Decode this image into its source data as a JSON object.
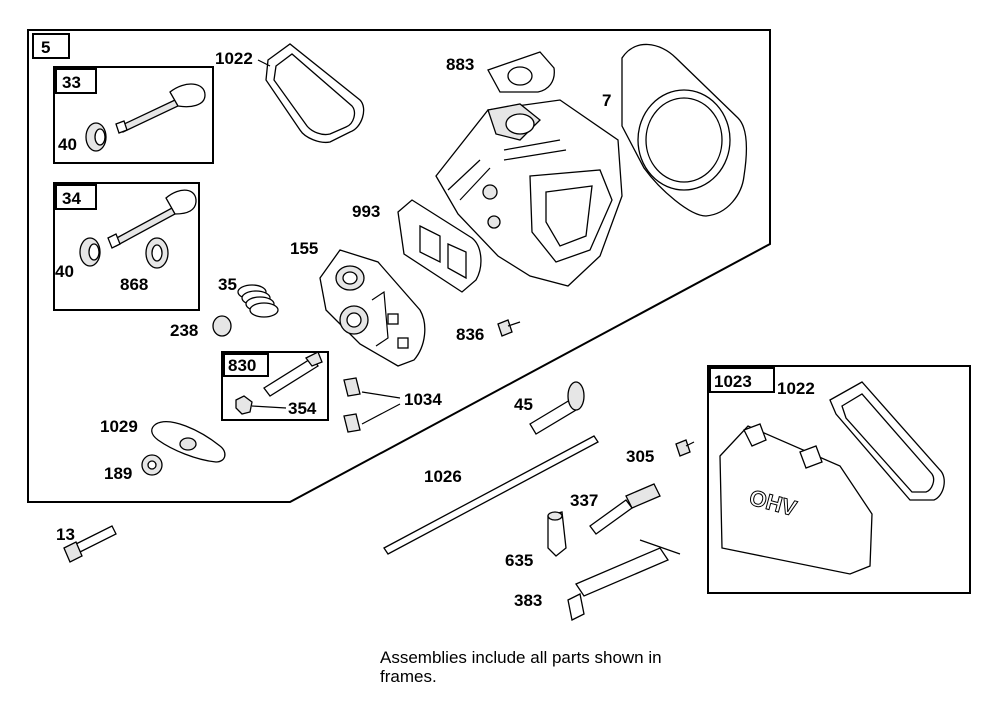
{
  "frames": {
    "main": "5",
    "valve_intake": "33",
    "valve_exhaust": "34",
    "bolt_assy": "830",
    "cover_assy": "1023"
  },
  "labels": {
    "p1022a": "1022",
    "p883": "883",
    "p7": "7",
    "p40a": "40",
    "p40b": "40",
    "p868": "868",
    "p993": "993",
    "p155": "155",
    "p35": "35",
    "p238": "238",
    "p836": "836",
    "p354": "354",
    "p1034": "1034",
    "p1029": "1029",
    "p189": "189",
    "p45": "45",
    "p1026": "1026",
    "p305": "305",
    "p337": "337",
    "p635": "635",
    "p383": "383",
    "p13": "13",
    "p1022b": "1022"
  },
  "note": {
    "line1": "Assemblies include all parts shown in",
    "line2": "frames."
  }
}
